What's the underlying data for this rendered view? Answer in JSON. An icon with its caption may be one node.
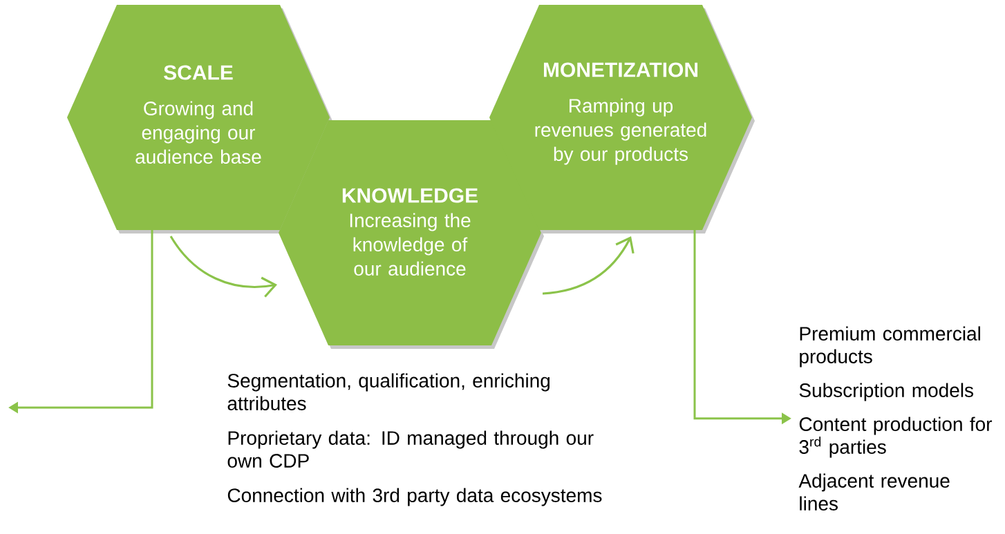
{
  "diagram": {
    "nodes": [
      {
        "text": [
          "SCALE",
          "Growing and engaging our audience base"
        ]
      },
      {
        "text": [
          "KNOWLEDGE",
          "Increasing the knowledge of our audience"
        ]
      },
      {
        "text": [
          "MONETIZATION",
          "Ramping up revenues generated by our products"
        ]
      },
      {
        "text": [
          "Premium commercial products",
          "Subscription models",
          "Content production for 3$^{rd}$ parties",
          "Adjacent revenue lines"
        ]
      }
    ],
    "edges": [
      {
        "from": 0,
        "to": 1,
        "arrow": "to"
      },
      {
        "from": 1,
        "to": 2,
        "arrow": "to"
      },
      {
        "from": 0,
        "to": null,
        "arrow": "to"
      },
      {
        "from": 2,
        "to": 3,
        "arrow": "to"
      }
    ],
    "labels": [
      "Segmentation, qualification, enriching attributes",
      "Proprietary data: ID managed through our own CDP",
      "Connection with 3rd party data ecosystems"
    ]
  }
}
